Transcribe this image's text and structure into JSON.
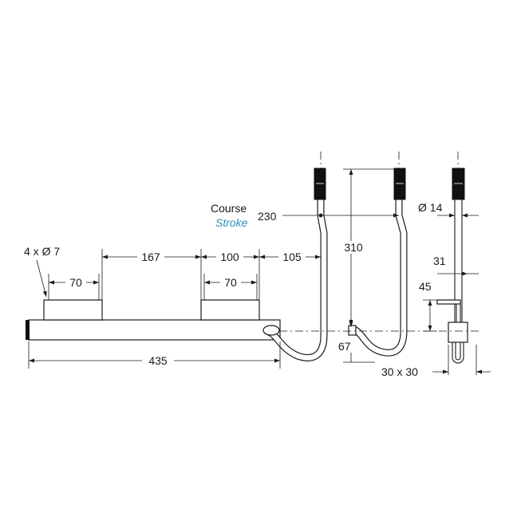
{
  "labels": {
    "holes": "4 x Ø 7",
    "course": "Course",
    "stroke": "Stroke",
    "stroke_color": "#2a8fb8"
  },
  "dimensions": {
    "pad_left": "70",
    "pad_right": "70",
    "between_pads": "167",
    "pad_length": "100",
    "pad_to_lever": "105",
    "total_length": "435",
    "stroke_value": "230",
    "lever_height": "310",
    "lever_offset": "67",
    "rod_diameter": "Ø 14",
    "side_width": "31",
    "side_height": "45",
    "section": "30 x 30"
  }
}
